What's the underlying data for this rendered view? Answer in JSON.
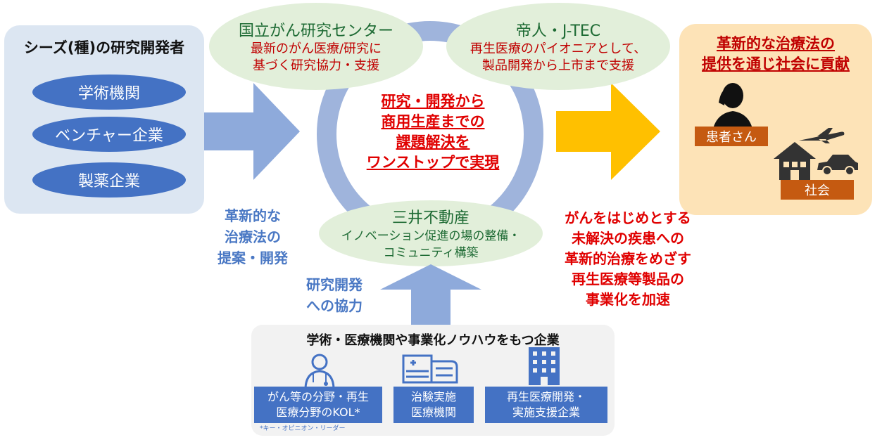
{
  "seeds": {
    "title": "シーズ(種)の研究開発者",
    "items": [
      "学術機関",
      "ベンチャー企業",
      "製薬企業"
    ]
  },
  "ncc": {
    "title": "国立がん研究センター",
    "desc1": "最新のがん医療/研究に",
    "desc2": "基づく研究協力・支援"
  },
  "teijin": {
    "title": "帝人・J-TEC",
    "desc1": "再生医療のパイオニアとして、",
    "desc2": "製品開発から上市まで支援"
  },
  "center": {
    "line1": "研究・開発から",
    "line2": "商用生産までの",
    "line3": "課題解決を",
    "line4": "ワンストップで実現"
  },
  "mitsui": {
    "title": "三井不動産",
    "desc1": "イノベーション促進の場の整備・",
    "desc2": "コミュニティ構築"
  },
  "left_note": {
    "line1": "革新的な",
    "line2": "治療法の",
    "line3": "提案・開発"
  },
  "up_note": {
    "line1": "研究開発",
    "line2": "への協力"
  },
  "red_note": {
    "line1": "がんをはじめとする",
    "line2": "未解決の疾患への",
    "line3": "革新的治療をめざす",
    "line4": "再生医療等製品の",
    "line5": "事業化を加速"
  },
  "contribution": {
    "line1": "革新的な治療法の",
    "line2": "提供を通じ社会に貢献",
    "patient_label": "患者さん",
    "society_label": "社会"
  },
  "partners": {
    "title": "学術・医療機関や事業化ノウハウをもつ企業",
    "kol1": "がん等の分野・再生",
    "kol2": "医療分野のKOL*",
    "trial1": "治験実施",
    "trial2": "医療機関",
    "regen1": "再生医療開発・",
    "regen2": "実施支援企業",
    "footnote": "*キー・オピニオン・リーダー"
  },
  "colors": {
    "blue": "#4472c4",
    "arrow_blue": "#8eaadb",
    "arrow_gold": "#ffc000",
    "red": "#e00000",
    "green": "#1e6b34"
  }
}
